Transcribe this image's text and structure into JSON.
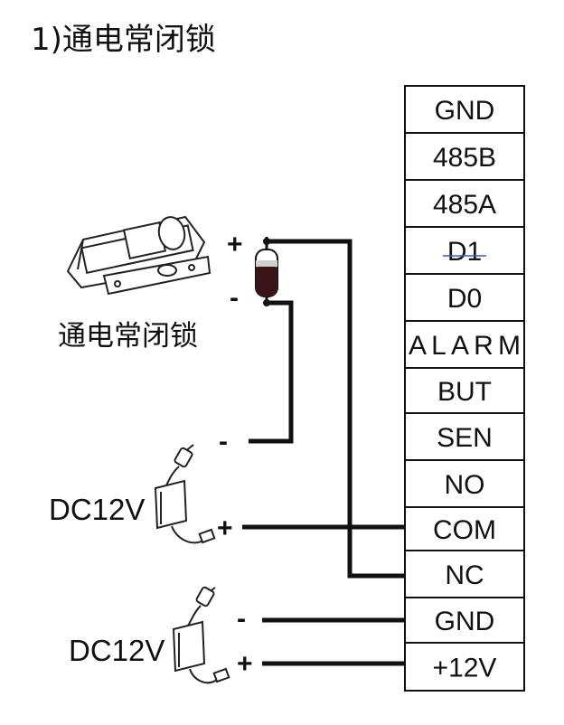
{
  "title": "1)通电常闭锁",
  "lock_label": "通电常闭锁",
  "power1_label": "DC12V",
  "power2_label": "DC12V",
  "signs": {
    "lock_plus": "+",
    "lock_minus": "-",
    "p1_minus": "-",
    "p1_plus": "+",
    "p2_minus": "-",
    "p2_plus": "+"
  },
  "terminals": [
    "GND",
    "485B",
    "485A",
    "D1",
    "D0",
    "ALARM",
    "BUT",
    "SEN",
    "NO",
    "COM",
    "NC",
    "GND",
    "+12V"
  ]
}
